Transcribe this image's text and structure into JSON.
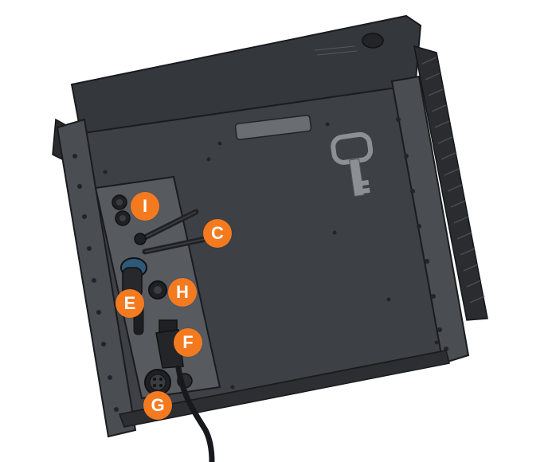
{
  "colors": {
    "callout": "#f47a20",
    "body_dark": "#2f3136",
    "body_mid": "#45484d",
    "panel_light": "#5a5d62",
    "line": "#1a1b1e"
  },
  "callouts": {
    "i": "I",
    "c": "C",
    "e": "E",
    "h": "H",
    "f": "F",
    "g": "G"
  }
}
